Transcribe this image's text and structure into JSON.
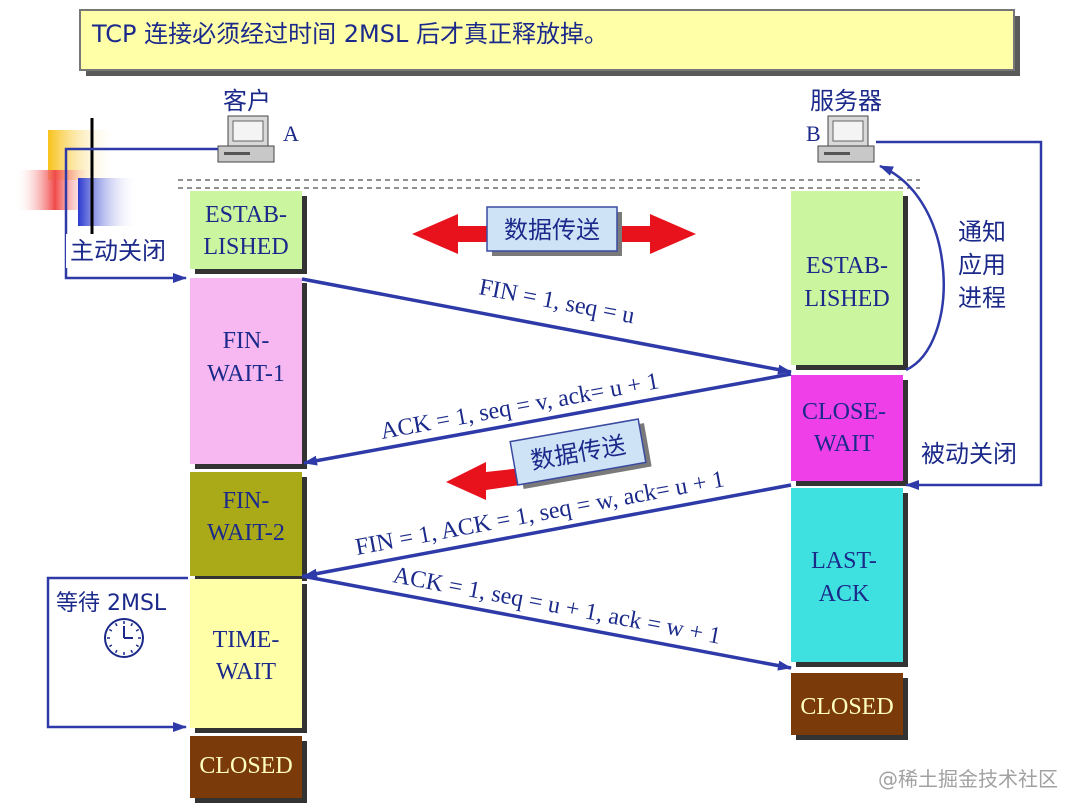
{
  "banner": {
    "text": "TCP 连接必须经过时间 2MSL 后才真正释放掉。"
  },
  "client": {
    "label": "客户",
    "host": "A"
  },
  "server": {
    "label": "服务器",
    "host": "B"
  },
  "client_states": {
    "established": [
      "ESTAB-",
      "LISHED"
    ],
    "fin_wait_1": [
      "FIN-",
      "WAIT-1"
    ],
    "fin_wait_2": [
      "FIN-",
      "WAIT-2"
    ],
    "time_wait": [
      "TIME-",
      "WAIT"
    ],
    "closed": "CLOSED"
  },
  "server_states": {
    "established": [
      "ESTAB-",
      "LISHED"
    ],
    "close_wait": [
      "CLOSE-",
      "WAIT"
    ],
    "last_ack": [
      "LAST-",
      "ACK"
    ],
    "closed": "CLOSED"
  },
  "messages": {
    "fin1": "FIN = 1, seq = u",
    "ack1": "ACK = 1, seq = v, ack= u + 1",
    "fin2": "FIN = 1, ACK = 1, seq = w, ack= u + 1",
    "ack2": "ACK = 1, seq = u + 1, ack = w + 1"
  },
  "data_transfer": {
    "label1": "数据传送",
    "label2": "数据传送"
  },
  "annotations": {
    "active_close": "主动关闭",
    "passive_close": "被动关闭",
    "notify_app": [
      "通知",
      "应用",
      "进程"
    ],
    "wait_2msl": "等待 2MSL"
  },
  "watermark": "@稀土掘金技术社区",
  "colors": {
    "arrow_blue": "#2e3aa8",
    "banner_fill": "#ffffa8",
    "established": "#ccf5a0",
    "fin_wait_1": "#f7b8f2",
    "fin_wait_2": "#aaaa18",
    "time_wait": "#ffffa8",
    "closed": "#7a3a0a",
    "close_wait": "#ef3fe8",
    "last_ack": "#3fe0e0",
    "data_arrow_red": "#e8121c"
  }
}
